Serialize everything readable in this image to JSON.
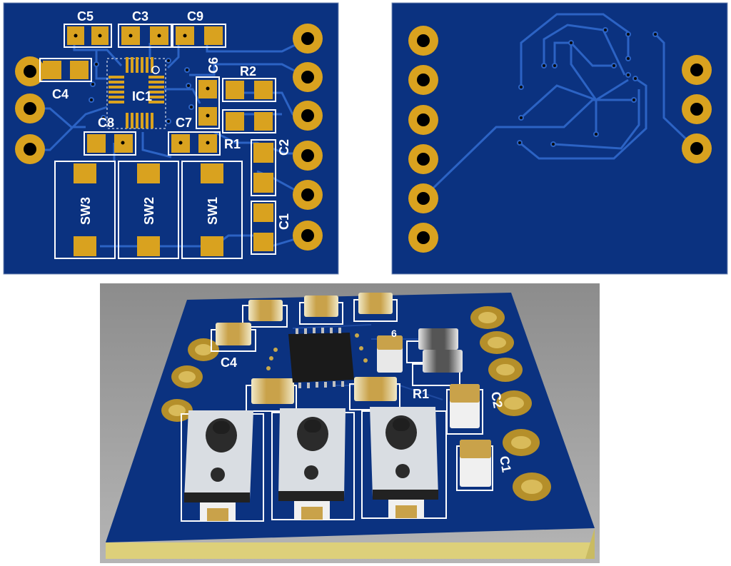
{
  "panels": {
    "top_view": {
      "labels": {
        "c5": "C5",
        "c3": "C3",
        "c9": "C9",
        "c4": "C4",
        "c6": "C6",
        "r2": "R2",
        "ic1": "IC1",
        "c8": "C8",
        "c7": "C7",
        "r1": "R1",
        "c2": "C2",
        "c1": "C1",
        "sw3": "SW3",
        "sw2": "SW2",
        "sw1": "SW1"
      }
    },
    "render_3d": {
      "labels": {
        "c4": "C4",
        "r1": "R1",
        "c2": "C2",
        "c1": "C1",
        "c6_partial": "6"
      }
    }
  },
  "colors": {
    "board": "#0b3280",
    "copper_pad": "#d9a21f",
    "trace": "#2c63c4",
    "silkscreen": "#ffffff",
    "substrate": "#ddd07a",
    "render_bg": "#9a9a9a"
  }
}
